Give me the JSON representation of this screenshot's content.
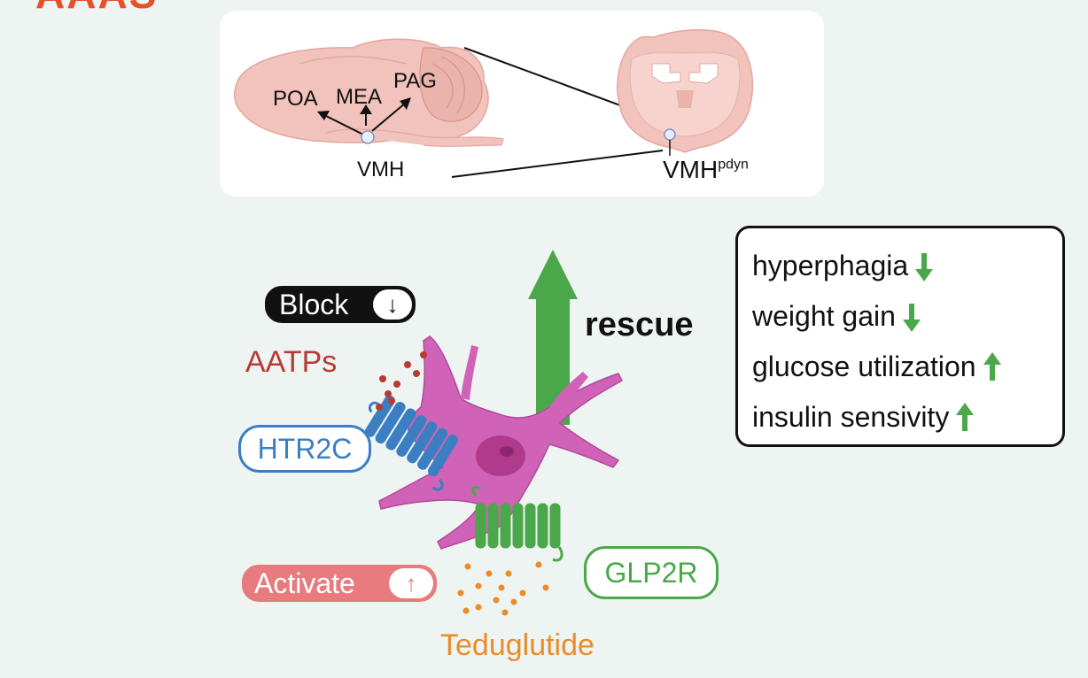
{
  "corner_title": "AAAS",
  "brain": {
    "regions": {
      "poa": "POA",
      "mea": "MEA",
      "pag": "PAG",
      "vmh": "VMH"
    },
    "coronal_label": "VMH",
    "coronal_sup": "pdyn"
  },
  "block": {
    "label": "Block",
    "arrow": "↓"
  },
  "activate": {
    "label": "Activate",
    "arrow": "↑"
  },
  "agents": {
    "aatps": "AATPs",
    "teduglutide": "Teduglutide"
  },
  "receptors": {
    "htr2c": "HTR2C",
    "glp2r": "GLP2R"
  },
  "rescue_label": "rescue",
  "effects": [
    {
      "label": "hyperphagia",
      "direction": "down"
    },
    {
      "label": "weight gain",
      "direction": "down"
    },
    {
      "label": "glucose utilization",
      "direction": "up"
    },
    {
      "label": "insulin sensivity",
      "direction": "up"
    }
  ],
  "colors": {
    "accent_green": "#4aa84a",
    "htr2c_blue": "#3b7fc2",
    "aatps_red": "#b83a34",
    "teduglutide_orange": "#ea8c2a",
    "neuron_magenta": "#d062b8",
    "brain_pink": "#f2c2bc"
  }
}
